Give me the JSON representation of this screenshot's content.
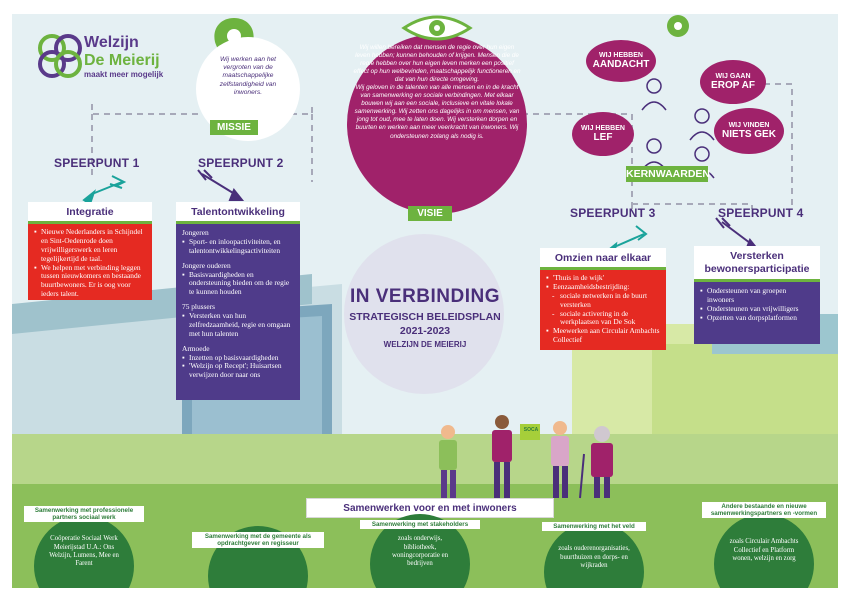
{
  "logo": {
    "line1": "Welzijn",
    "line2": "De Meierij",
    "tagline": "maakt meer mogelijk"
  },
  "missie": {
    "text": "Wij werken aan het vergroten van de maatschappelijke zelfstandigheid van inwoners.",
    "label": "MISSIE"
  },
  "visie": {
    "p1": "Wij willen bereiken dat mensen de regie over hun eigen leven hebben; kunnen behouden of krijgen. Mensen die de regie hebben over hun eigen leven merken een positief effect op hun welbevinden, maatschappelijk functioneren en dat van hun directe omgeving.",
    "p2": "Wij geloven in de talenten van alle mensen en in de kracht van samenwerking en sociale verbindingen. Met elkaar bouwen wij aan een sociale, inclusieve en vitale lokale samenwerking. Wij zetten ons dagelijks in om mensen, van jong tot oud, mee te laten doen. Wij versterken dorpen en buurten en werken aan meer veerkracht van inwoners. Wij ondersteunen zolang als nodig is.",
    "label": "VISIE"
  },
  "kernwaarden": {
    "label": "KERNWAARDEN",
    "values": [
      {
        "small": "WIJ HEBBEN",
        "big": "AANDACHT"
      },
      {
        "small": "WIJ GAAN",
        "big": "EROP AF"
      },
      {
        "small": "WIJ HEBBEN",
        "big": "LEF"
      },
      {
        "small": "WIJ VINDEN",
        "big": "NIETS GEK"
      }
    ]
  },
  "speerpunten": [
    {
      "label": "SPEERPUNT 1",
      "title": "Integratie",
      "items": [
        "Nieuwe Nederlanders in Schijndel en Sint-Oedenrode doen vrijwilligerswerk en leren tegelijkertijd de taal.",
        "We helpen met verbinding leggen tussen nieuwkomers en bestaande buurtbewoners. Er is oog voor ieders talent."
      ]
    },
    {
      "label": "SPEERPUNT 2",
      "title": "Talentontwikkeling",
      "groups": [
        {
          "title": "Jongeren",
          "items": [
            "Sport- en inloopactiviteiten, en talentontwikkelingsactiviteiten"
          ]
        },
        {
          "title": "Jongere ouderen",
          "items": [
            "Basisvaardigheden en ondersteuning bieden om de regie te kunnen houden"
          ]
        },
        {
          "title": "75 plussers",
          "items": [
            "Versterken van hun zelfredzaamheid, regie en omgaan met hun talenten"
          ]
        },
        {
          "title": "Armoede",
          "items": [
            "Inzetten op basisvaardigheden",
            "'Welzijn op Recept'; Huisartsen verwijzen door naar ons"
          ]
        }
      ]
    },
    {
      "label": "SPEERPUNT 3",
      "title": "Omzien naar elkaar",
      "items": [
        "'Thuis in de wijk'",
        "Eenzaamheidsbestrijding:"
      ],
      "subitems": [
        "sociale netwerken in de buurt versterken",
        "sociale activering in de werkplaatsen van De Sok"
      ],
      "items2": [
        "Meewerken aan Circulair Ambachts Collectief"
      ]
    },
    {
      "label": "SPEERPUNT 4",
      "title": "Versterken bewonersparticipatie",
      "items": [
        "Ondersteunen van groepen inwoners",
        "Ondersteunen van vrijwilligers",
        "Opzetten van dorpsplatformen"
      ]
    }
  ],
  "center": {
    "title": "IN VERBINDING",
    "subtitle": "STRATEGISCH BELEIDSPLAN",
    "years": "2021-2023",
    "org": "WELZIJN DE MEIERIJ"
  },
  "sign_text": "SOCA",
  "banner": "Samenwerken voor en met inwoners",
  "samenwerking": [
    {
      "label": "Samenwerking met professionele partners sociaal werk",
      "text": "Coöperatie Sociaal Werk Meierijstad U.A.: Ons Welzijn, Lumens, Mee en Farent"
    },
    {
      "label": "Samenwerking met de gemeente als opdrachtgever en regisseur",
      "text": ""
    },
    {
      "label": "Samenwerking met stakeholders",
      "text": "zoals onderwijs, bibliotheek, woningcorporatie en bedrijven"
    },
    {
      "label": "Samenwerking met het veld",
      "text": "zoals ouderenorganisaties, buurthuizen en dorps- en wijkraden"
    },
    {
      "label": "Andere bestaande en nieuwe samenwerkingspartners en -vormen",
      "text": "zoals Circulair Ambachts Collectief en Platform wonen, welzijn en zorg"
    }
  ],
  "colors": {
    "purple": "#4f3b8a",
    "green": "#6db33f",
    "red": "#e52a22",
    "magenta": "#a0226a",
    "dark_green": "#2e7d3a"
  },
  "icons": [
    "location-pin-icon",
    "eye-icon",
    "arrow-icon",
    "people-illustration"
  ]
}
